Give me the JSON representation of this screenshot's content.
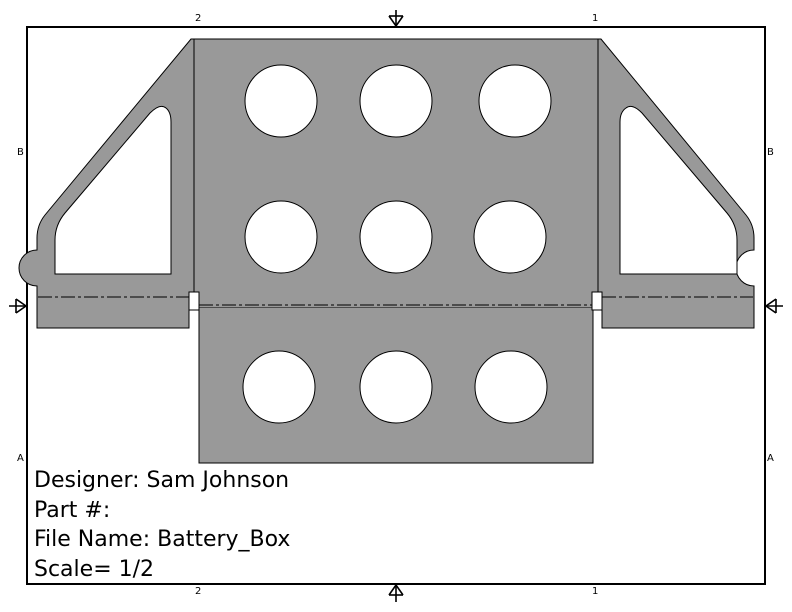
{
  "drawing": {
    "type": "sheet-metal flat pattern",
    "part_fill": "#999999",
    "outline_color": "#000000",
    "hole_count": 9
  },
  "zones": {
    "top_left": "2",
    "top_right": "1",
    "bottom_left": "2",
    "bottom_right": "1",
    "left_upper": "B",
    "left_lower": "A",
    "right_upper": "B",
    "right_lower": "A"
  },
  "title_block": {
    "designer": "Designer: Sam Johnson",
    "part_number": "Part #:",
    "file_name": "File Name: Battery_Box",
    "scale": "Scale= 1/2"
  }
}
